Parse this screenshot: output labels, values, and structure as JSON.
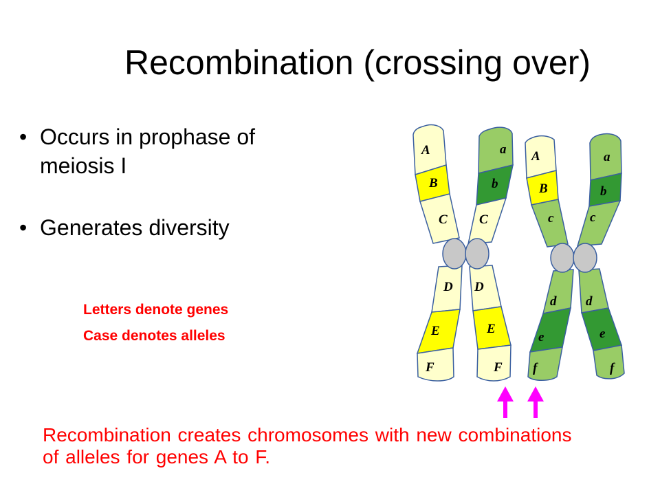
{
  "slide": {
    "title": "Recombination (crossing over)",
    "bullets": [
      "Occurs in prophase of meiosis I",
      "Generates diversity"
    ],
    "notes": [
      "Letters denote genes",
      "Case denotes alleles"
    ],
    "footer": "Recombination creates chromosomes with new combinations of alleles for genes A to F."
  },
  "diagram": {
    "chromatid_1": {
      "labels": [
        "A",
        "B",
        "C",
        "D",
        "E",
        "F"
      ]
    },
    "chromatid_2": {
      "labels": [
        "a",
        "b",
        "C",
        "D",
        "E",
        "F"
      ]
    },
    "chromatid_3": {
      "labels": [
        "A",
        "B",
        "c",
        "d",
        "e",
        "f"
      ]
    },
    "chromatid_4": {
      "labels": [
        "a",
        "b",
        "c",
        "d",
        "e",
        "f"
      ]
    }
  },
  "colors": {
    "title": "#000000",
    "highlight_text": "#ff0000",
    "yellow_light": "#ffffcc",
    "yellow_band": "#ffff00",
    "green_light": "#99cc66",
    "green_band": "#339933",
    "centromere": "#c8c8c8",
    "arrow": "#ff00ff",
    "outline": "#3a5fa0"
  }
}
